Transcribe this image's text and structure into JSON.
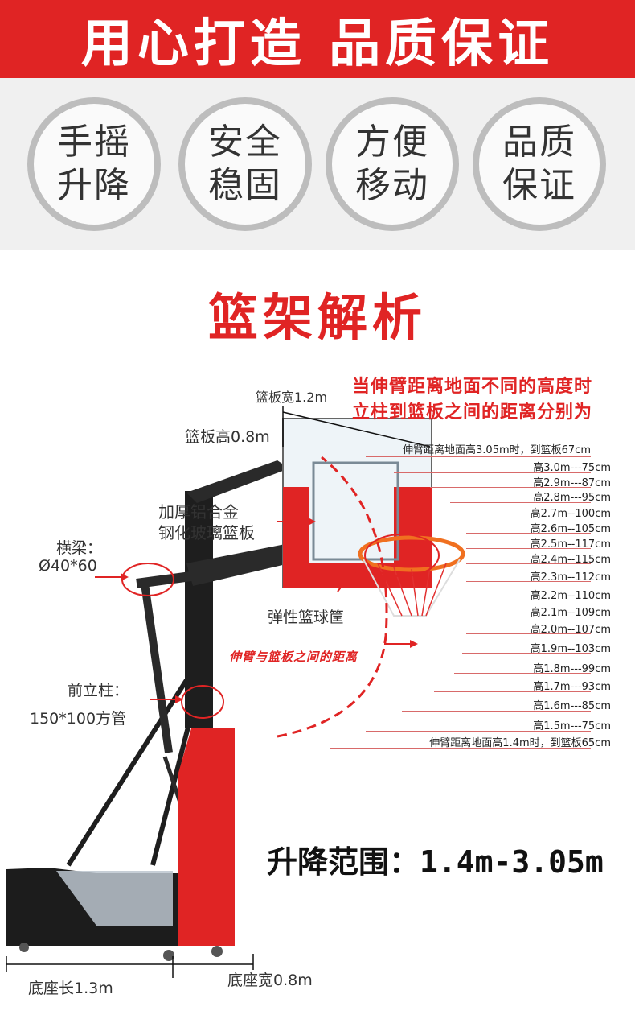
{
  "banner": {
    "text": "用心打造 品质保证"
  },
  "features": [
    {
      "line1": "手摇",
      "line2": "升降"
    },
    {
      "line1": "安全",
      "line2": "稳固"
    },
    {
      "line1": "方便",
      "line2": "移动"
    },
    {
      "line1": "品质",
      "line2": "保证"
    }
  ],
  "section_title": "篮架解析",
  "labels": {
    "backboard_width": "篮板宽1.2m",
    "backboard_height": "篮板高0.8m",
    "material_line1": "加厚铝合金",
    "material_line2": "钢化玻璃篮板",
    "beam_line1": "横梁：",
    "beam_line2": "Ø40*60",
    "rim": "弹性篮球筐",
    "arm_distance": "伸臂与篮板之间的距离",
    "post_line1": "前立柱：",
    "post_line2": "150*100方管",
    "base_length": "底座长1.3m",
    "base_width": "底座宽0.8m"
  },
  "note": {
    "line1": "当伸臂距离地面不同的高度时",
    "line2": "立柱到篮板之间的距离分别为"
  },
  "height_table": [
    "伸臂距离地面高3.05m时，到篮板67cm",
    "高3.0m---75cm",
    "高2.9m---87cm",
    "高2.8m---95cm",
    "高2.7m--100cm",
    "高2.6m--105cm",
    "高2.5m--117cm",
    "高2.4m--115cm",
    "高2.3m--112cm",
    "高2.2m--110cm",
    "高2.1m--109cm",
    "高2.0m--107cm",
    "高1.9m--103cm",
    "高1.8m---99cm",
    "高1.7m---93cm",
    "高1.6m---85cm",
    "高1.5m---75cm",
    "伸臂距离地面高1.4m时，到篮板65cm"
  ],
  "range_text": "升降范围：1.4m-3.05m",
  "colors": {
    "accent": "#e02424",
    "frame": "#1e1e1e",
    "pad": "#e02424",
    "rim": "#f07020"
  }
}
